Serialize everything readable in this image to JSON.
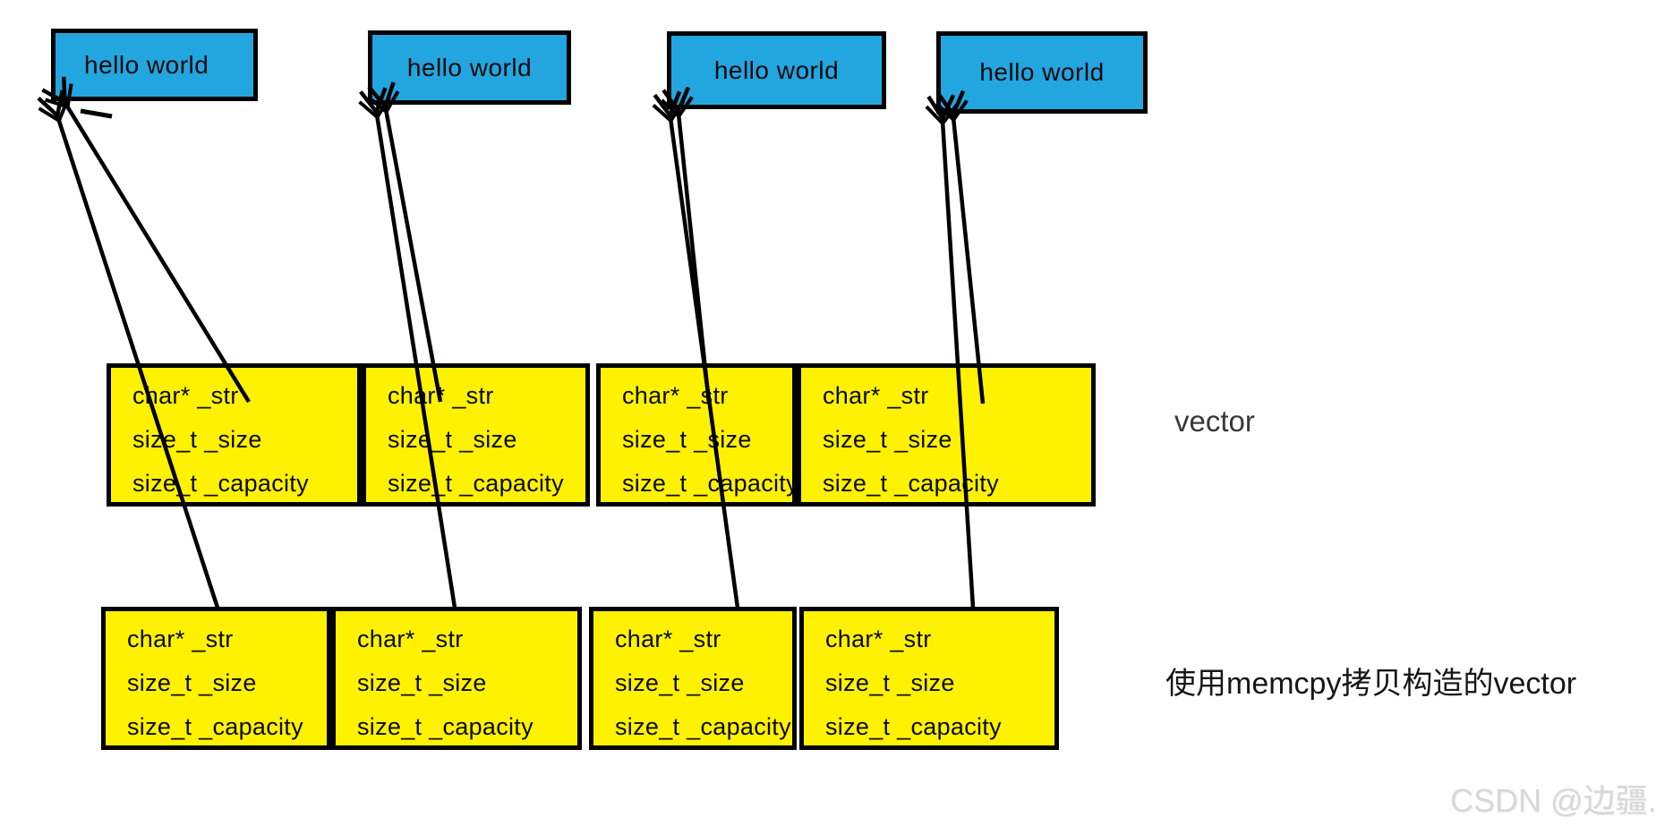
{
  "theme": {
    "heap_fill": "#23a5e0",
    "struct_fill": "#fef200",
    "outline": "#000000",
    "watermark_color": "#d8d8d8"
  },
  "heap_strings": [
    "hello world",
    "hello world",
    "hello world",
    "hello world"
  ],
  "struct_fields": [
    "char* _str",
    "size_t _size",
    "size_t _capacity"
  ],
  "row_labels": {
    "vector_row": "vector",
    "memcpy_row": "使用memcpy拷贝构造的vector"
  },
  "watermark": "CSDN @边疆.",
  "pointers": [
    {
      "from": "vector.cell1._str",
      "to": "heap_string_1"
    },
    {
      "from": "vector.cell2._str",
      "to": "heap_string_2"
    },
    {
      "from": "vector.cell3._str",
      "to": "heap_string_3"
    },
    {
      "from": "vector.cell4._str",
      "to": "heap_string_4"
    },
    {
      "from": "memcpy_vector.cell1._str",
      "to": "heap_string_1"
    },
    {
      "from": "memcpy_vector.cell2._str",
      "to": "heap_string_2"
    },
    {
      "from": "memcpy_vector.cell3._str",
      "to": "heap_string_3"
    },
    {
      "from": "memcpy_vector.cell4._str",
      "to": "heap_string_4"
    }
  ]
}
